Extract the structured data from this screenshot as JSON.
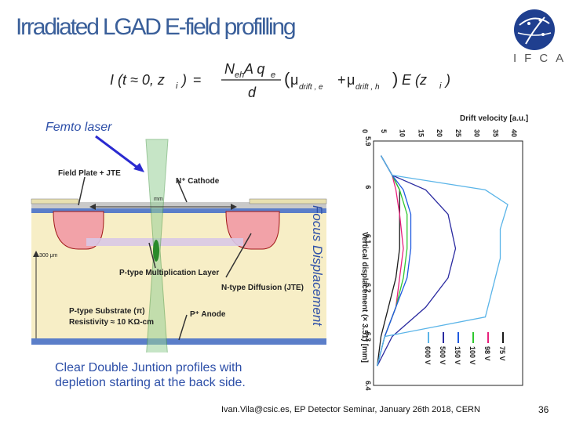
{
  "slide": {
    "title": "Irradiated LGAD E-field profilling",
    "femto_label": "Femto laser",
    "focus_label": "Focus Displacement",
    "caption_line1": "Clear  Double Juntion profiles with",
    "caption_line2": "depletion starting at the back side.",
    "footer": "Ivan.Vila@csic.es, EP Detector Seminar, January 26th 2018, CERN",
    "page_number": "36",
    "logo_text": "IFCA"
  },
  "formula": {
    "lhs": "I (t ≈ 0, z",
    "lhs_sub": "i",
    "lhs_close": ")",
    "eq": "=",
    "num": "N",
    "num_sub": "eh",
    "num_rest": " A q",
    "num_sub2": "e",
    "den": "d",
    "mu1": "μ",
    "mu1_sub": "drift , e",
    "mu2": "μ",
    "mu2_sub": "drift , h",
    "e_part": "E (z",
    "e_sub": "i",
    "e_close": ")"
  },
  "diagram": {
    "field_plate": "Field Plate + JTE",
    "cathode": "N⁺ Cathode",
    "thickness": "300 μm",
    "mult": "P-type Multiplication Layer",
    "jte": "N-type Diffusion (JTE)",
    "substrate": "P-type Substrate (π)",
    "resistivity": "Resistivity ≈ 10 KΩ-cm",
    "anode": "P⁺ Anode",
    "mm_label": "mm"
  },
  "chart_data": {
    "type": "line",
    "title": "Drift velocity [a.u.]",
    "xlabel": "Drift velocity [a.u.]",
    "ylabel": "Vertical displacement (× 3.51) [mm]",
    "xlim": [
      0,
      40
    ],
    "ylim": [
      5.9,
      6.4
    ],
    "xticks": [
      "0",
      "5",
      "10",
      "15",
      "20",
      "25",
      "30",
      "35",
      "40"
    ],
    "yticks": [
      "5.9",
      "6",
      "6.1",
      "6.2",
      "6.3",
      "6.4"
    ],
    "legend_position": "bottom-right",
    "series": [
      {
        "name": "75 V",
        "color": "#1a1a1a",
        "points": [
          [
            2,
            5.93
          ],
          [
            5,
            5.97
          ],
          [
            7,
            6.0
          ],
          [
            7,
            6.05
          ],
          [
            7,
            6.12
          ],
          [
            6,
            6.18
          ],
          [
            4,
            6.24
          ],
          [
            2,
            6.3
          ],
          [
            1,
            6.36
          ]
        ]
      },
      {
        "name": "98 V",
        "color": "#e8207c",
        "points": [
          [
            2,
            5.93
          ],
          [
            5,
            5.97
          ],
          [
            6,
            6.0
          ],
          [
            7,
            6.05
          ],
          [
            8,
            6.12
          ],
          [
            7,
            6.18
          ],
          [
            6,
            6.24
          ],
          [
            3,
            6.3
          ],
          [
            1,
            6.36
          ]
        ]
      },
      {
        "name": "100 V",
        "color": "#2ec82e",
        "points": [
          [
            2,
            5.93
          ],
          [
            5,
            5.97
          ],
          [
            7,
            6.0
          ],
          [
            9,
            6.05
          ],
          [
            9,
            6.12
          ],
          [
            8,
            6.18
          ],
          [
            6,
            6.24
          ],
          [
            3,
            6.3
          ],
          [
            1,
            6.36
          ]
        ]
      },
      {
        "name": "150 V",
        "color": "#1e5ae0",
        "points": [
          [
            2,
            5.93
          ],
          [
            5,
            5.97
          ],
          [
            8,
            6.0
          ],
          [
            10,
            6.05
          ],
          [
            10,
            6.12
          ],
          [
            9,
            6.18
          ],
          [
            6,
            6.24
          ],
          [
            3,
            6.3
          ],
          [
            1,
            6.36
          ]
        ]
      },
      {
        "name": "500 V",
        "color": "#2a2aa0",
        "points": [
          [
            2,
            5.93
          ],
          [
            5,
            5.97
          ],
          [
            14,
            6.0
          ],
          [
            20,
            6.05
          ],
          [
            22,
            6.12
          ],
          [
            20,
            6.18
          ],
          [
            14,
            6.24
          ],
          [
            5,
            6.3
          ],
          [
            1,
            6.36
          ]
        ]
      },
      {
        "name": "600 V",
        "color": "#5ab4e8",
        "points": [
          [
            2,
            5.93
          ],
          [
            5,
            5.97
          ],
          [
            30,
            6.0
          ],
          [
            36,
            6.03
          ],
          [
            34,
            6.08
          ],
          [
            34,
            6.14
          ],
          [
            32,
            6.2
          ],
          [
            30,
            6.26
          ],
          [
            3,
            6.3
          ],
          [
            1,
            6.36
          ]
        ]
      }
    ]
  }
}
